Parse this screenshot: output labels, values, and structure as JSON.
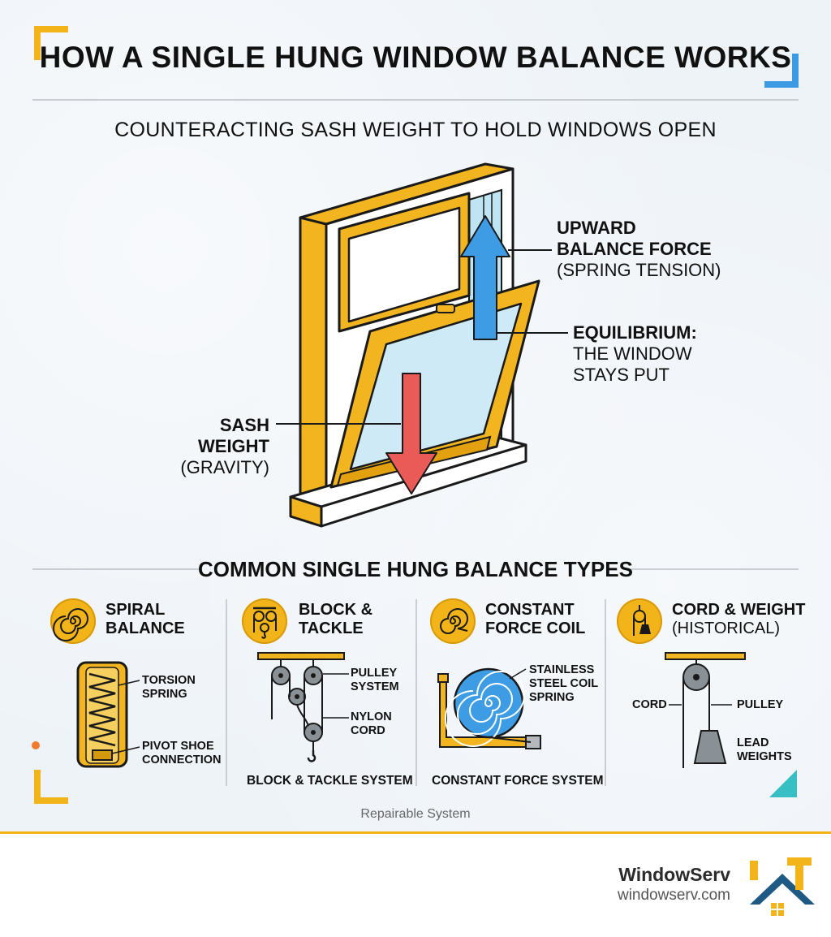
{
  "header": {
    "title": "HOW A SINGLE HUNG WINDOW BALANCE WORKS",
    "subtitle": "COUNTERACTING SASH WEIGHT TO HOLD WINDOWS OPEN"
  },
  "diagram": {
    "upward_force": {
      "line1": "UPWARD",
      "line2": "BALANCE FORCE",
      "line3": "(SPRING TENSION)"
    },
    "equilibrium": {
      "line1": "EQUILIBRIUM:",
      "line2": "THE WINDOW",
      "line3": "STAYS PUT"
    },
    "sash_weight": {
      "line1": "SASH WEIGHT",
      "line2": "(GRAVITY)"
    }
  },
  "types": {
    "section_title": "COMMON SINGLE HUNG BALANCE TYPES",
    "spiral": {
      "title_line1": "SPIRAL",
      "title_line2": "BALANCE",
      "label_a1": "TORSION",
      "label_a2": "SPRING",
      "label_b1": "PIVOT SHOE",
      "label_b2": "CONNECTION"
    },
    "block": {
      "title_line1": "BLOCK &",
      "title_line2": "TACKLE",
      "label_a1": "PULLEY",
      "label_a2": "SYSTEM",
      "label_b1": "NYLON",
      "label_b2": "CORD",
      "caption": "BLOCK & TACKLE SYSTEM"
    },
    "coil": {
      "title_line1": "CONSTANT",
      "title_line2": "FORCE COIL",
      "label_a1": "STAINLESS",
      "label_a2": "STEEL COIL",
      "label_a3": "SPRING",
      "caption": "CONSTANT FORCE SYSTEM"
    },
    "cord": {
      "title_line1": "CORD & WEIGHT",
      "title_line2": "(HISTORICAL)",
      "label_cord": "CORD",
      "label_pulley": "PULLEY",
      "label_lead1": "LEAD",
      "label_lead2": "WEIGHTS"
    }
  },
  "footer": {
    "caption": "Repairable System",
    "brand_name": "WindowServ",
    "brand_url": "windowserv.com"
  },
  "colors": {
    "accent_yellow": "#f2b418",
    "accent_blue": "#3b9ae1",
    "arrow_red": "#e85a55",
    "accent_teal": "#37bfc4",
    "brand_navy": "#1f5a85"
  }
}
